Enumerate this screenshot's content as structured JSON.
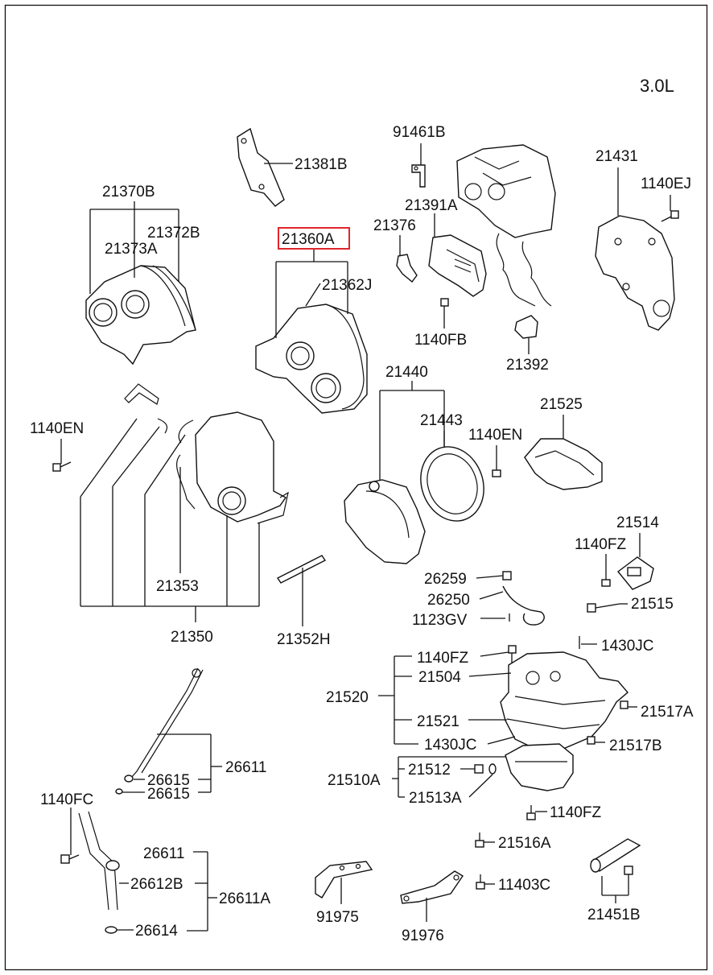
{
  "engine": "3.0L",
  "highlighted": "21360A",
  "labels": {
    "l21381B": "21381B",
    "l91461B": "91461B",
    "l21431": "21431",
    "l21370B": "21370B",
    "l1140EJ": "1140EJ",
    "l21391A": "21391A",
    "l21372B": "21372B",
    "l21376": "21376",
    "l21360A": "21360A",
    "l21373A": "21373A",
    "l21362J": "21362J",
    "l1140FB": "1140FB",
    "l21392": "21392",
    "l21440": "21440",
    "l21525": "21525",
    "l1140EN_a": "1140EN",
    "l21443": "21443",
    "l1140EN_b": "1140EN",
    "l21514": "21514",
    "l1140FZ_a": "1140FZ",
    "l26259": "26259",
    "l21353": "21353",
    "l26250": "26250",
    "l21515": "21515",
    "l1123GV": "1123GV",
    "l21350": "21350",
    "l21352H": "21352H",
    "l1430JC_a": "1430JC",
    "l1140FZ_b": "1140FZ",
    "l21504": "21504",
    "l21520": "21520",
    "l21517A": "21517A",
    "l21521": "21521",
    "l1430JC_b": "1430JC",
    "l21517B": "21517B",
    "l26611_a": "26611",
    "l21512": "21512",
    "l21510A": "21510A",
    "l26615_a": "26615",
    "l26615_b": "26615",
    "l21513A": "21513A",
    "l1140FC": "1140FC",
    "l1140FZ_c": "1140FZ",
    "l21516A": "21516A",
    "l26611_b": "26611",
    "l26612B": "26612B",
    "l11403C": "11403C",
    "l26611A": "26611A",
    "l91975": "91975",
    "l21451B": "21451B",
    "l26614": "26614",
    "l91976": "91976"
  }
}
